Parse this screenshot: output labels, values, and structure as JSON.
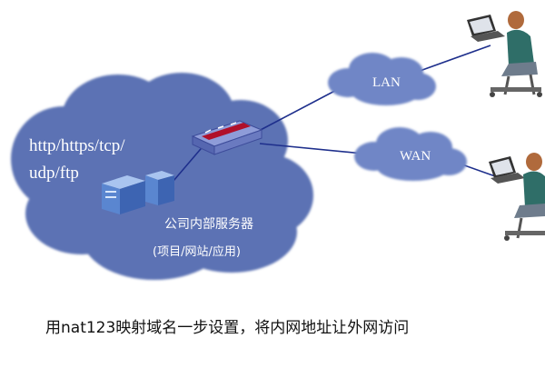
{
  "diagram": {
    "protocols": [
      "http/https/tcp/",
      "udp/ftp"
    ],
    "server_label": "公司内部服务器",
    "server_sublabel": "(项目/网站/应用)",
    "lan_label": "LAN",
    "wan_label": "WAN",
    "caption": "用nat123映射域名一步设置，将内网地址让外网访问"
  },
  "colors": {
    "cloud_main": "#5c72b4",
    "cloud_small": "#6f86c6",
    "link_line": "#1e2f8c",
    "server": "#4a78c8",
    "router_body": "#7f8fd0",
    "router_stripe": "#b0102a"
  },
  "icons": [
    "cloud-shape",
    "server-icon",
    "router-icon",
    "person-at-computer-icon"
  ]
}
